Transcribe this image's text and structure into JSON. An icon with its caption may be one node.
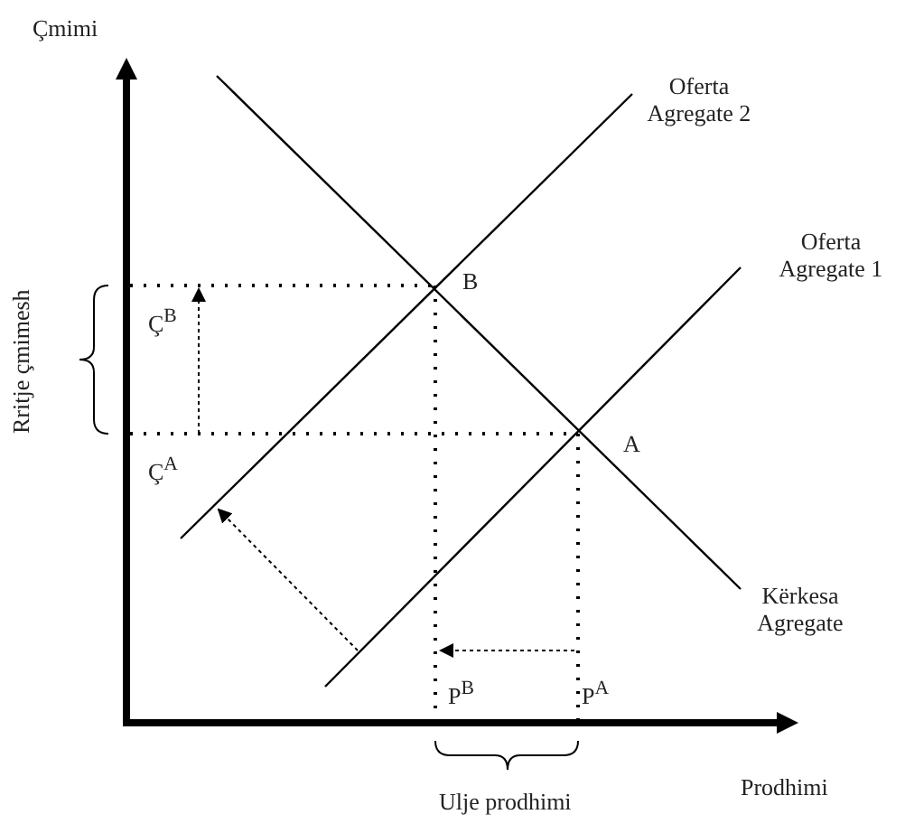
{
  "diagram": {
    "labels": [
      "Çmimi",
      "Oferta Agregate 2",
      "Oferta Agregate 1",
      "B",
      "Ç$^{B}$",
      "Rritje çmimesh",
      "A",
      "Ç$^{A}$",
      "Kërkesa Agregate",
      "P$^{B}$",
      "P$^{A}$",
      "Ulje prodhimi",
      "Prodhimi"
    ]
  }
}
